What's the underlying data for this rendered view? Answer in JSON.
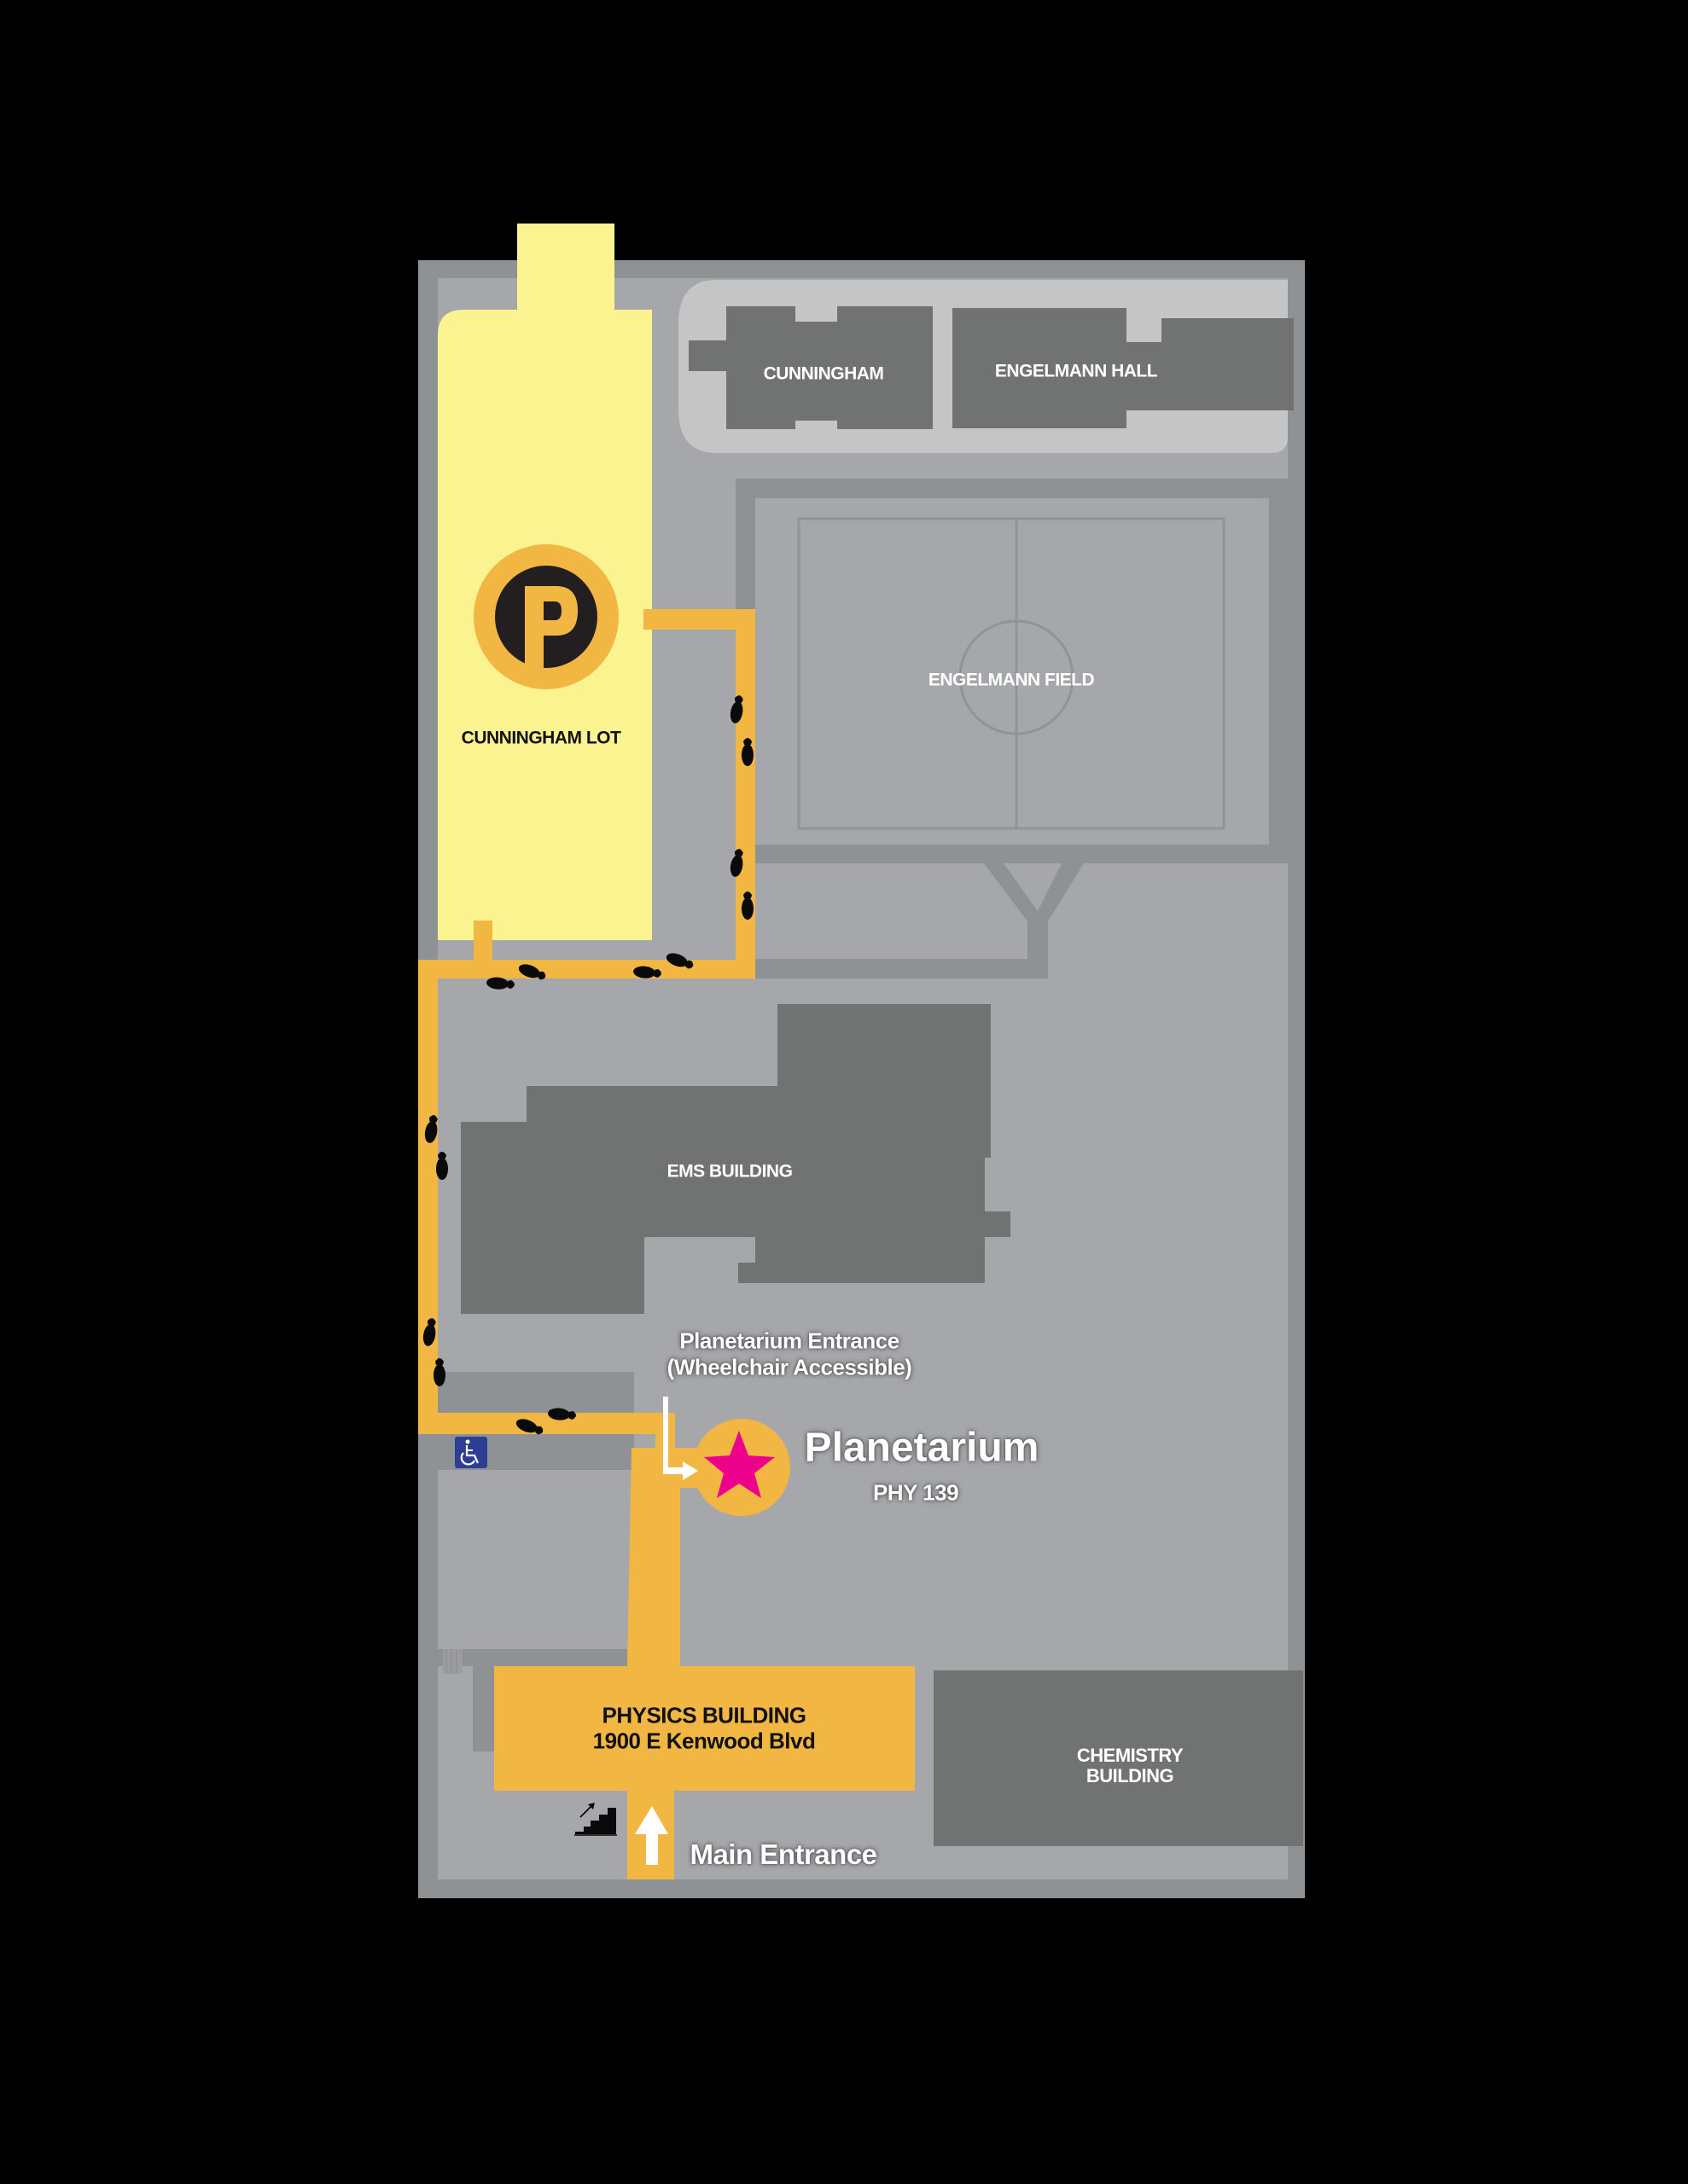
{
  "map": {
    "title": "Planetarium",
    "subtitle": "PHY 139",
    "colors": {
      "background": "#000000",
      "border": "#8F9295",
      "ground": "#A6A7AA",
      "plaza": "#C6C5C6",
      "building": "#717372",
      "parking_lot": "#FBF38F",
      "route": "#F2B643",
      "star": "#EC008C",
      "accessible_sign": "#2E3F93",
      "parking_sign_inner": "#231F20"
    }
  },
  "labels": {
    "cunningham": "CUNNINGHAM",
    "engelmann_hall": "ENGELMANN HALL",
    "engelmann_field": "ENGELMANN FIELD",
    "cunningham_lot": "CUNNINGHAM LOT",
    "parking_letter": "P",
    "ems_building": "EMS BUILDING",
    "planetarium_entrance_line1": "Planetarium Entrance",
    "planetarium_entrance_line2": "(Wheelchair Accessible)",
    "planetarium": "Planetarium",
    "planetarium_room": "PHY 139",
    "physics_building_line1": "PHYSICS BUILDING",
    "physics_building_line2": "1900 E Kenwood Blvd",
    "chemistry_building_line1": "CHEMISTRY",
    "chemistry_building_line2": "BUILDING",
    "main_entrance": "Main Entrance"
  },
  "icons": {
    "parking": "parking-icon",
    "destination": "star-icon",
    "accessible": "wheelchair-icon",
    "stairs": "stairs-icon",
    "footprints": "footprints-icon",
    "entrance_arrow": "arrow-up-icon",
    "accessible_entrance_arrow": "arrow-turn-right-icon"
  }
}
